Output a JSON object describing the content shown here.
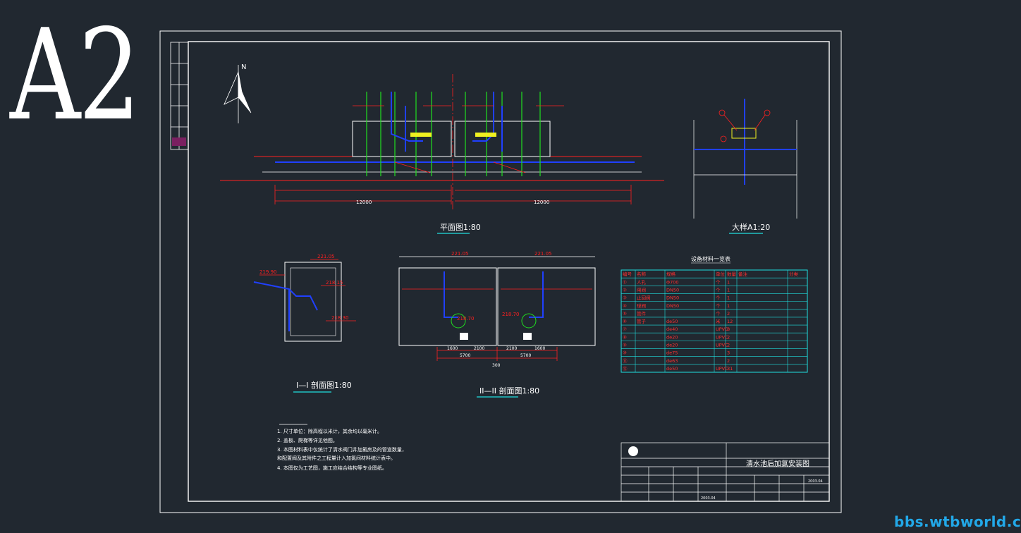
{
  "sheet_label": "A2",
  "watermark": "bbs.wtbworld.com",
  "north": "N",
  "views": {
    "plan": "平面图1:80",
    "detail": "大样A1:20",
    "section1": "I—I 剖面图1:80",
    "section2": "II—II 剖面图1:80"
  },
  "plan_dims": [
    "12000",
    "12000"
  ],
  "section2_dims": [
    "1600",
    "2100",
    "2100",
    "1600",
    "5700",
    "5700",
    "300"
  ],
  "section2_levels": [
    "221.05",
    "221.05",
    "218.70",
    "218.70"
  ],
  "section1_levels": [
    "221.05",
    "219.90",
    "218.15",
    "218.30"
  ],
  "table": {
    "title": "设备材料一览表",
    "headers": [
      "编号",
      "名称",
      "规格",
      "单位",
      "数量",
      "备注",
      "分类"
    ],
    "rows": [
      [
        "①",
        "人孔",
        "Φ700",
        "个",
        "1",
        "",
        ""
      ],
      [
        "②",
        "闸阀",
        "DN50",
        "个",
        "1",
        "",
        ""
      ],
      [
        "③",
        "止回阀",
        "DN50",
        "个",
        "1",
        "",
        ""
      ],
      [
        "④",
        "球阀",
        "DN50",
        "个",
        "1",
        "",
        ""
      ],
      [
        "⑤",
        "管件",
        "",
        "个",
        "2",
        "",
        ""
      ],
      [
        "⑥",
        "管子",
        "de50",
        "米",
        "12",
        "",
        ""
      ],
      [
        "⑦",
        "",
        "de40",
        "UPVC",
        "8",
        "",
        ""
      ],
      [
        "⑧",
        "",
        "de20",
        "UPVC",
        "2",
        "",
        ""
      ],
      [
        "⑨",
        "",
        "de20",
        "UPVC",
        "2",
        "",
        ""
      ],
      [
        "⑩",
        "",
        "de75",
        "",
        "3",
        "",
        ""
      ],
      [
        "⑪",
        "",
        "de63",
        "",
        "2",
        "",
        ""
      ],
      [
        "⑫",
        "",
        "de50",
        "UPVC",
        "31",
        "",
        ""
      ]
    ]
  },
  "notes": [
    "1. 尺寸单位：除高程以米计，其余均以毫米计。",
    "2. 盖板、爬梯等详见他图。",
    "3. 本图材料表中仅统计了清水阀门井加氯房及的管道数量，",
    "   和配置阀及其附件之工程量计入加氯间材料统计表中。",
    "4. 本图仅为工艺图，施工应结合结构等专业图纸。"
  ],
  "title_block": {
    "drawing_title": "清水池后加氯安装图",
    "date1": "2003.04",
    "date2": "2003.04"
  }
}
